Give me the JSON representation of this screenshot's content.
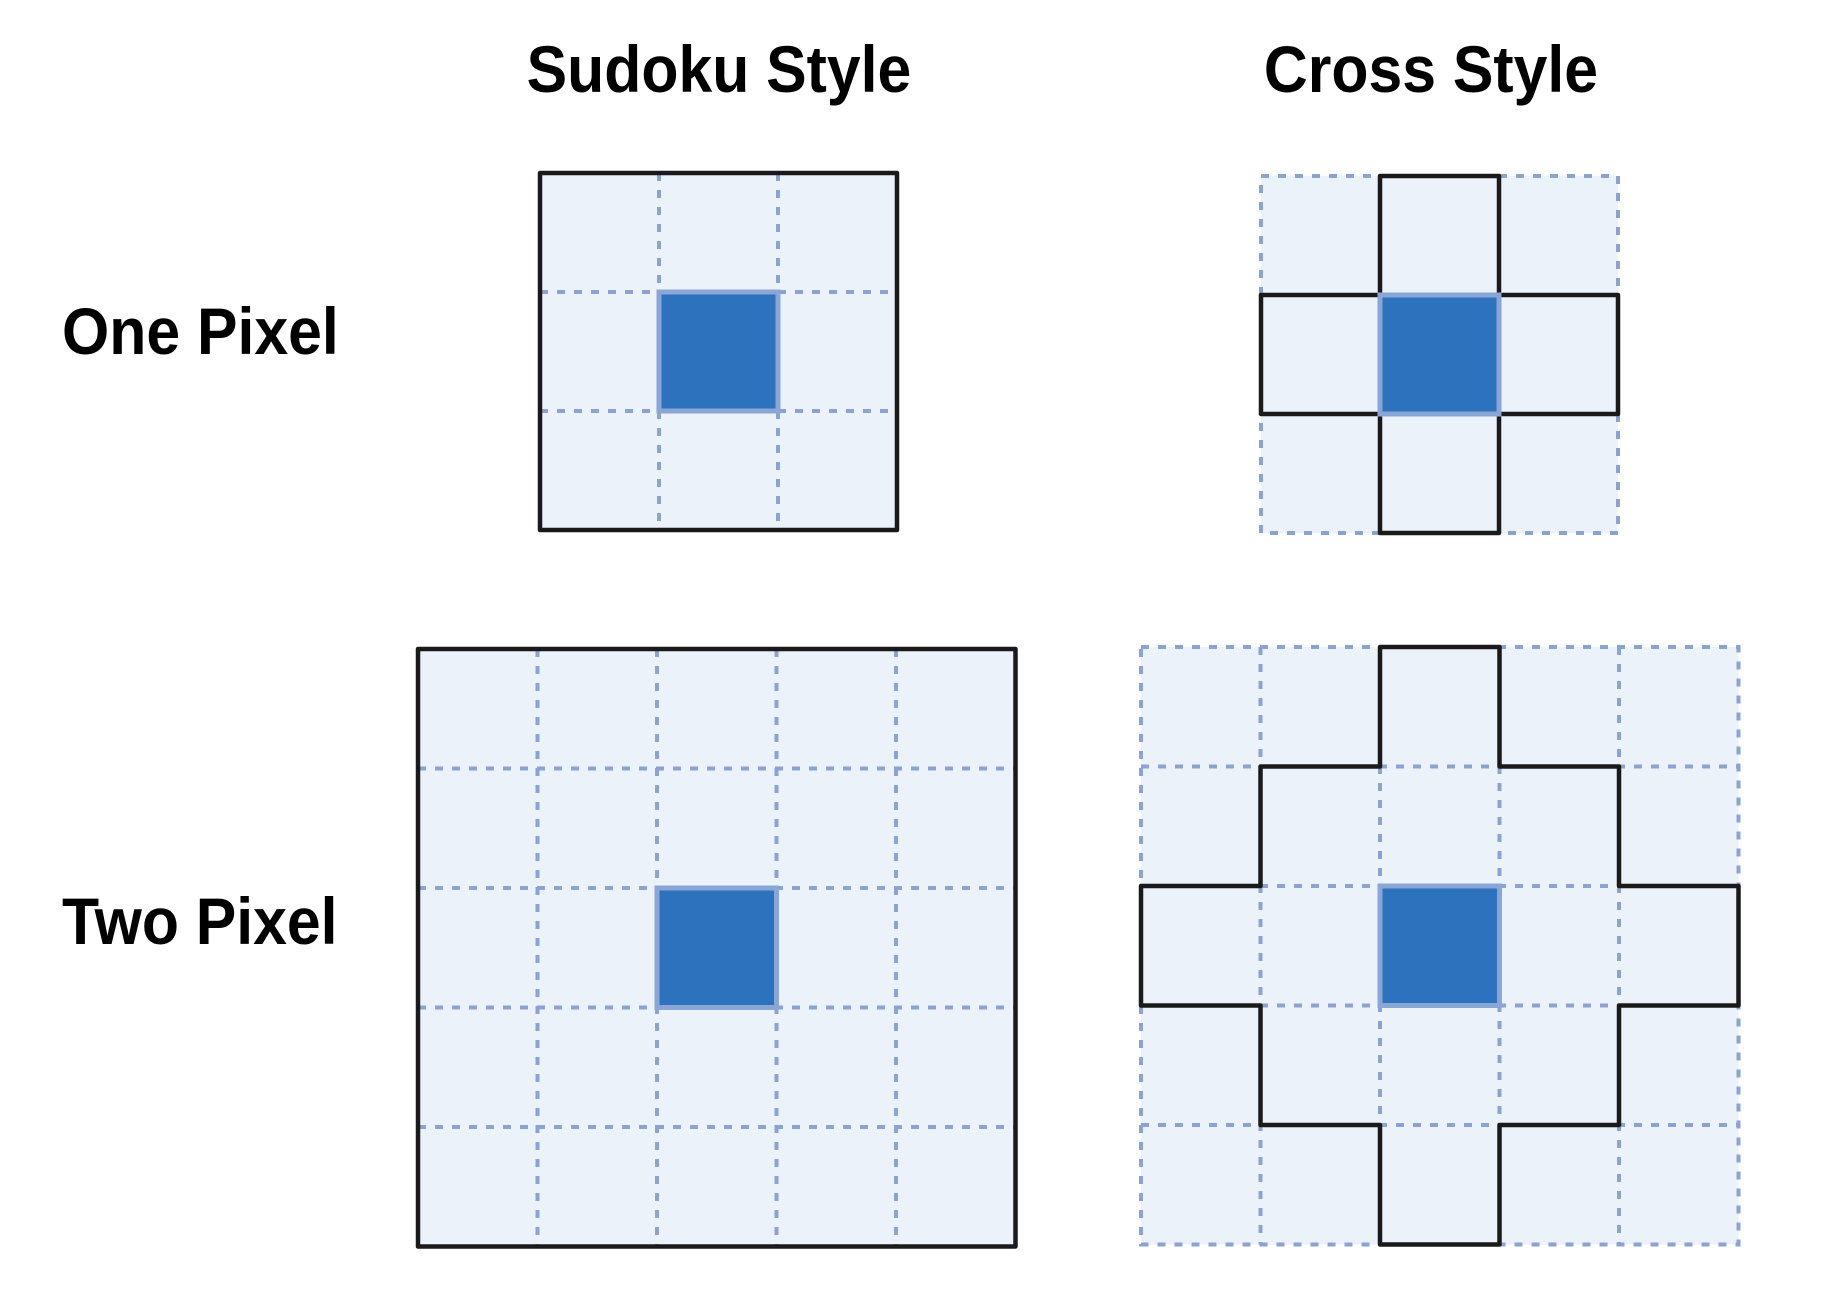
{
  "column_headers": {
    "sudoku": "Sudoku Style",
    "cross": "Cross Style"
  },
  "row_labels": {
    "one": "One Pixel",
    "two": "Two Pixel"
  },
  "colors": {
    "cell_fill": "#ecf2fa",
    "grid_dash": "#8aa3d3",
    "outline": "#1a1a1a",
    "center_fill": "#2c72bc",
    "center_border": "#8aa6d6"
  },
  "diagrams": [
    {
      "id": "sudoku-one-pixel",
      "style": "sudoku",
      "radius": 1
    },
    {
      "id": "cross-one-pixel",
      "style": "cross",
      "radius": 1
    },
    {
      "id": "sudoku-two-pixel",
      "style": "sudoku",
      "radius": 2
    },
    {
      "id": "cross-two-pixel",
      "style": "cross",
      "radius": 2
    }
  ]
}
